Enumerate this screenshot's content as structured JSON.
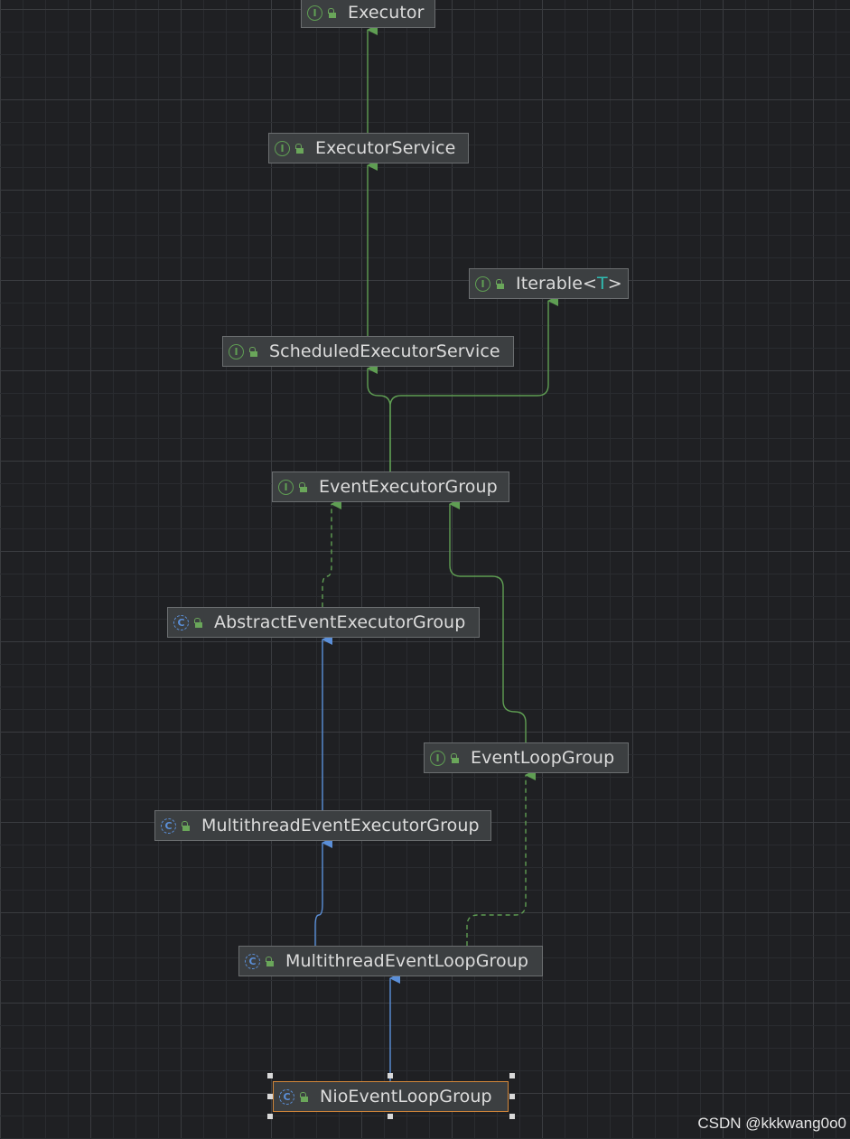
{
  "nodes": {
    "executor": {
      "kind": "interface",
      "label": "Executor"
    },
    "executor_service": {
      "kind": "interface",
      "label": "ExecutorService"
    },
    "iterable": {
      "kind": "interface",
      "label": "Iterable<",
      "type_param": "T",
      "label_suffix": ">"
    },
    "scheduled_executor_service": {
      "kind": "interface",
      "label": "ScheduledExecutorService"
    },
    "event_executor_group": {
      "kind": "interface",
      "label": "EventExecutorGroup"
    },
    "abstract_event_executor_group": {
      "kind": "class",
      "label": "AbstractEventExecutorGroup"
    },
    "event_loop_group": {
      "kind": "interface",
      "label": "EventLoopGroup"
    },
    "multithread_event_executor_group": {
      "kind": "class",
      "label": "MultithreadEventExecutorGroup"
    },
    "multithread_event_loop_group": {
      "kind": "class",
      "label": "MultithreadEventLoopGroup"
    },
    "nio_event_loop_group": {
      "kind": "class",
      "label": "NioEventLoopGroup",
      "selected": true
    }
  },
  "kind_glyphs": {
    "interface": "I",
    "class": "C"
  },
  "edges": [
    {
      "from": "executor_service",
      "to": "executor",
      "type": "interface-extends"
    },
    {
      "from": "scheduled_executor_service",
      "to": "executor_service",
      "type": "interface-extends"
    },
    {
      "from": "event_executor_group",
      "to": "scheduled_executor_service",
      "type": "interface-extends"
    },
    {
      "from": "event_executor_group",
      "to": "iterable",
      "type": "interface-extends"
    },
    {
      "from": "abstract_event_executor_group",
      "to": "event_executor_group",
      "type": "implements"
    },
    {
      "from": "event_loop_group",
      "to": "event_executor_group",
      "type": "interface-extends"
    },
    {
      "from": "multithread_event_executor_group",
      "to": "abstract_event_executor_group",
      "type": "class-extends"
    },
    {
      "from": "multithread_event_loop_group",
      "to": "multithread_event_executor_group",
      "type": "class-extends"
    },
    {
      "from": "multithread_event_loop_group",
      "to": "event_loop_group",
      "type": "implements"
    },
    {
      "from": "nio_event_loop_group",
      "to": "multithread_event_loop_group",
      "type": "class-extends"
    }
  ],
  "colors": {
    "background": "#1f2023",
    "grid_minor": "#2a2c30",
    "grid_major": "#3a3c40",
    "interface_edge": "#5f9e53",
    "class_edge": "#5b8fd8",
    "node_fill": "#3c3f41",
    "node_border": "#6b6e70",
    "selected_border": "#d4883a"
  },
  "watermark": "CSDN @kkkwang0o0"
}
